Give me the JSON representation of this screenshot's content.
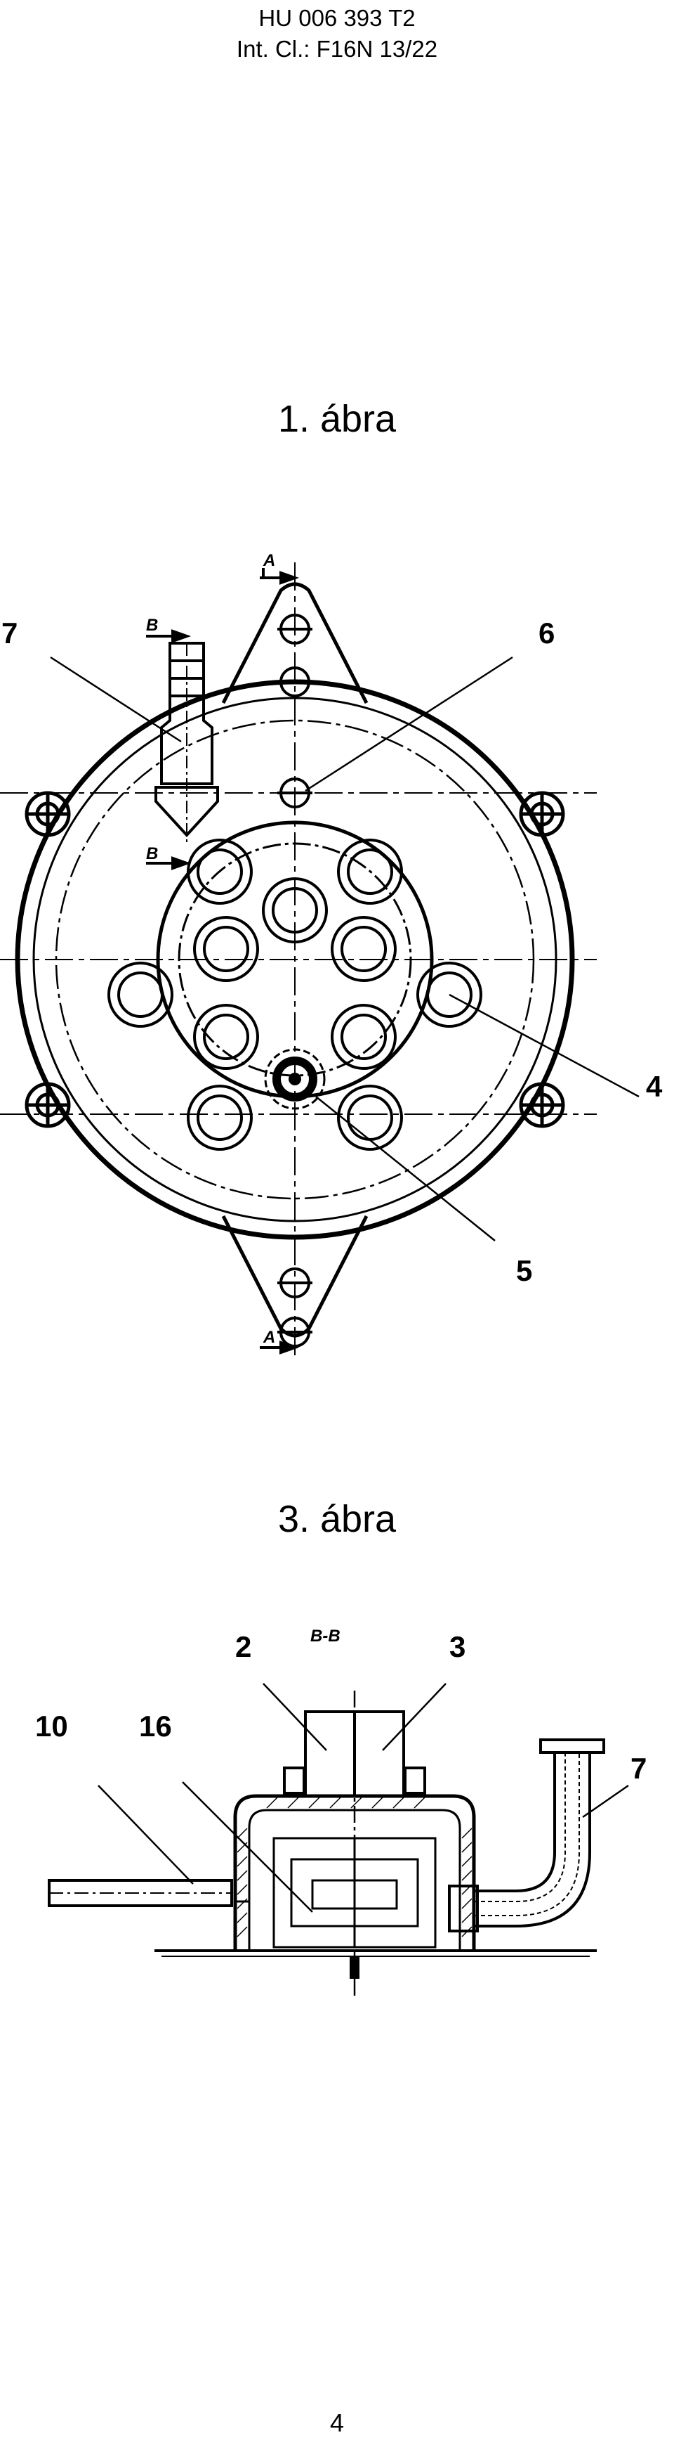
{
  "header": {
    "patent_number": "HU 006 393 T2",
    "classification": "Int. Cl.: F16N 13/22"
  },
  "figure1": {
    "caption": "1. ábra",
    "labels": [
      "7",
      "6",
      "4",
      "5"
    ],
    "section_marks": [
      "A",
      "B",
      "B",
      "A"
    ]
  },
  "figure3": {
    "caption": "3. ábra",
    "section_title": "B-B",
    "labels": [
      "2",
      "3",
      "10",
      "16",
      "7"
    ]
  },
  "page_number": "4"
}
